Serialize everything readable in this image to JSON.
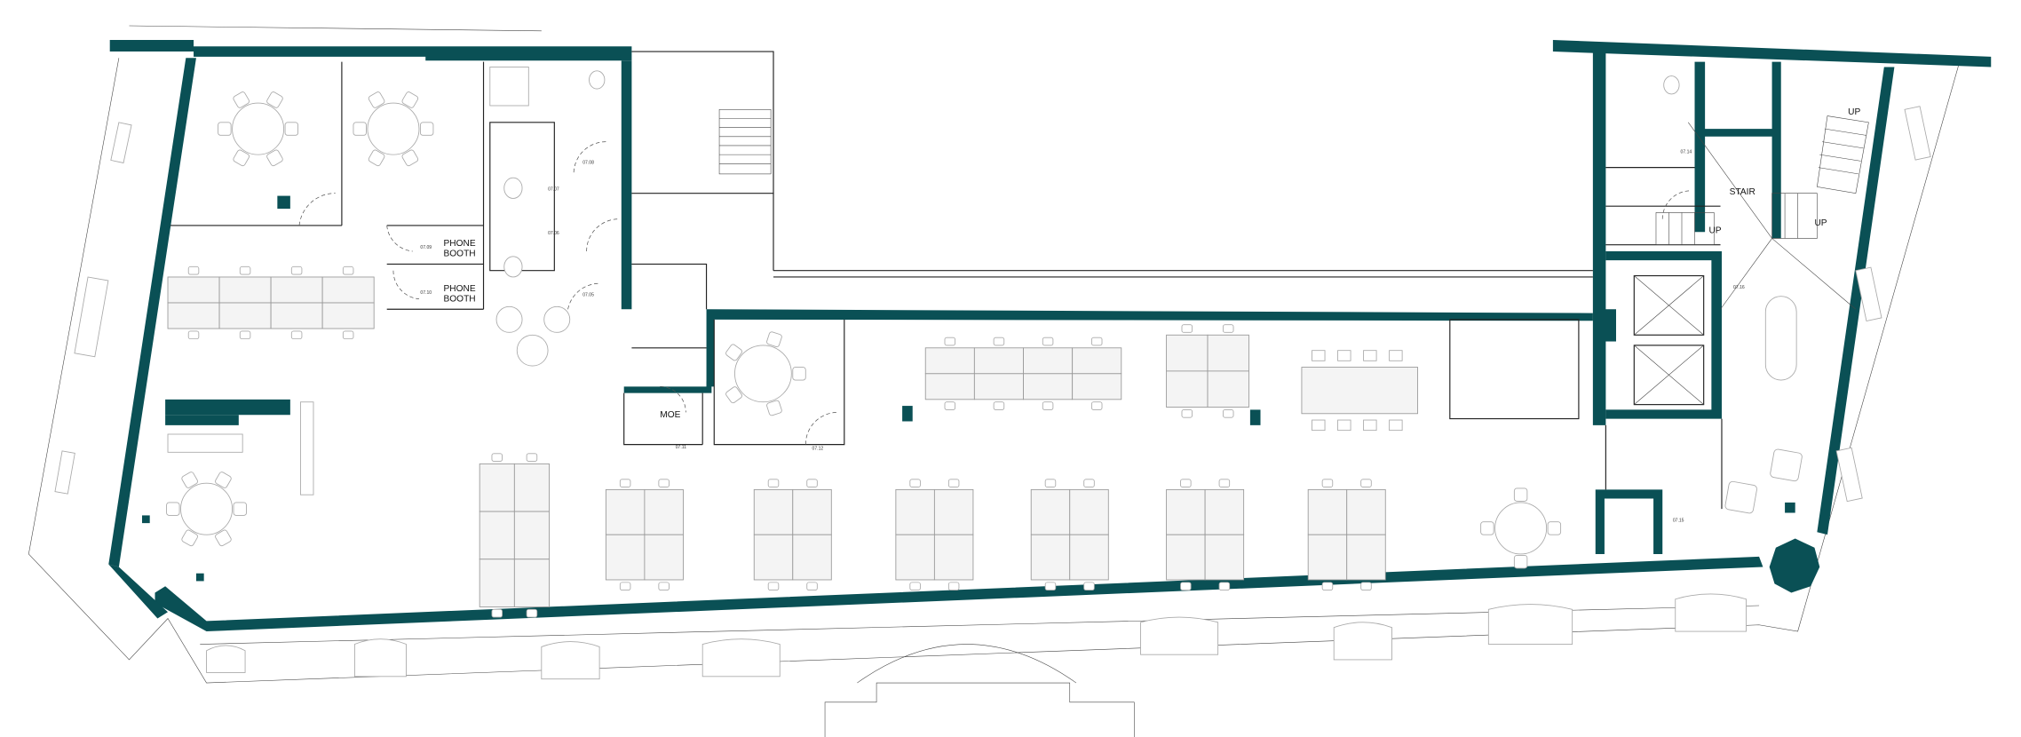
{
  "plan": {
    "colors": {
      "wall": "#0a5055",
      "line": "#222222",
      "furniture": "#aaaaaa"
    },
    "labels": {
      "phone_booth_1": [
        "PHONE",
        "BOOTH"
      ],
      "phone_booth_2": [
        "PHONE",
        "BOOTH"
      ],
      "moe": "MOE",
      "stair": "STAIR",
      "up_1": "UP",
      "up_2": "UP",
      "up_3": "UP"
    },
    "room_tags": {
      "t1": "07.08",
      "t2": "07.07",
      "t3": "07.06",
      "t4": "07.09",
      "t5": "07.10",
      "t6": "07.05",
      "t7": "07.11",
      "t8": "07.12",
      "t9": "07.15",
      "t10": "07.16",
      "t11": "07.14"
    }
  }
}
